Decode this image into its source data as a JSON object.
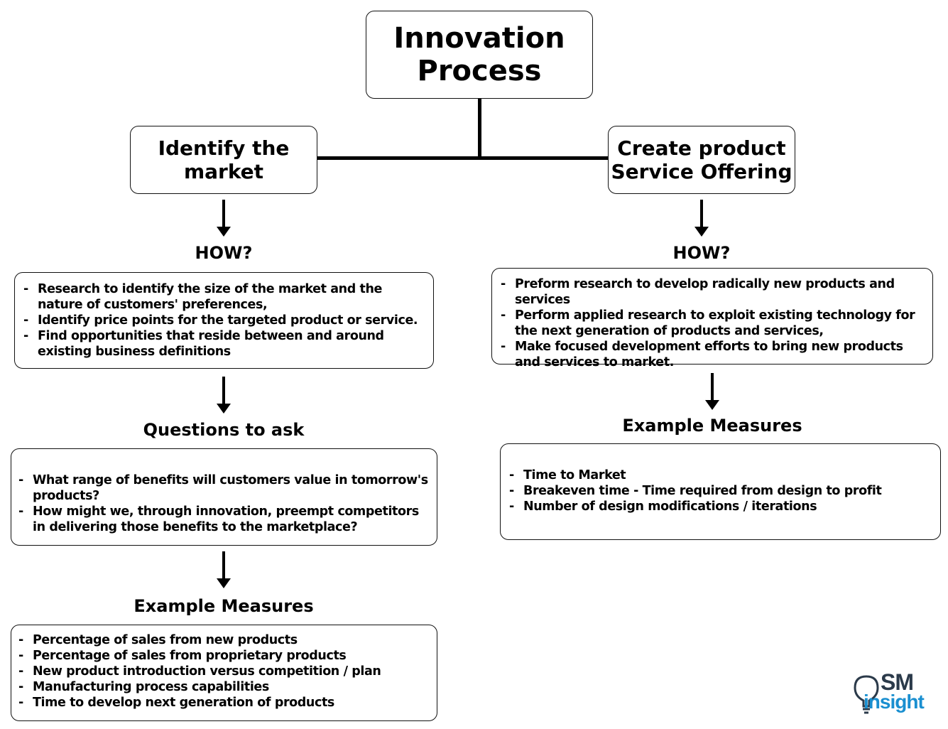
{
  "root": {
    "line1": "Innovation",
    "line2": "Process"
  },
  "left": {
    "title": {
      "line1": "Identify the",
      "line2": "market"
    },
    "how": {
      "heading": "HOW?",
      "items": [
        "Research to identify the size of the market and the nature of customers' preferences,",
        "Identify price points for the targeted product or service.",
        "Find opportunities that reside between and around existing business definitions"
      ]
    },
    "questions": {
      "heading": "Questions to ask",
      "items": [
        "What range of benefits will customers value in tomorrow's products?",
        "How might we, through innovation, preempt competitors in delivering those benefits to the marketplace?"
      ]
    },
    "measures": {
      "heading": "Example Measures",
      "items": [
        "Percentage of sales from new products",
        "Percentage of sales from proprietary products",
        "New product introduction versus competition / plan",
        "Manufacturing process capabilities",
        "Time to develop next generation of products"
      ]
    }
  },
  "right": {
    "title": {
      "line1": "Create product",
      "line2": "Service Offering"
    },
    "how": {
      "heading": "HOW?",
      "items": [
        "Preform research to develop radically new products and services",
        "Perform applied research to exploit existing technology for the next generation of products and services,",
        "Make focused development efforts to bring new products and services to market."
      ]
    },
    "measures": {
      "heading": "Example Measures",
      "items": [
        "Time to Market",
        "Breakeven time - Time required from design to profit",
        "Number of design modifications / iterations"
      ]
    }
  },
  "logo": {
    "sm": "SM",
    "insight": "insight",
    "colors": {
      "dark": "#2b3a4a",
      "accent": "#1a8fd0"
    }
  }
}
